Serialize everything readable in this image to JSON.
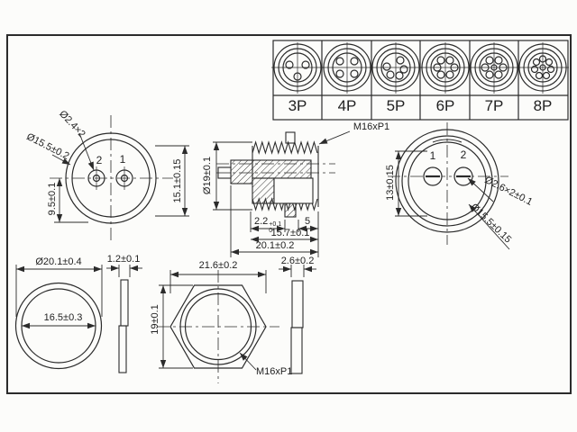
{
  "colors": {
    "paper": "#fcfcfa",
    "ink": "#2b2b2b"
  },
  "pin_table": {
    "variants": [
      {
        "label": "3P"
      },
      {
        "label": "4P"
      },
      {
        "label": "5P"
      },
      {
        "label": "6P"
      },
      {
        "label": "7P"
      },
      {
        "label": "8P"
      }
    ]
  },
  "views": {
    "socket_face": {
      "pin_left_label": "2",
      "pin_right_label": "1",
      "dim_pin_holes": "Ø2.4×2",
      "dim_face_dia": "Ø15.5±0.2",
      "dim_pin_offset": "9.5±0.1",
      "dim_face_height": "15.1±0.15"
    },
    "section": {
      "thread_label": "M16xP1",
      "dim_body_dia": "Ø19±0.1",
      "dim_panel_slot": "2.2",
      "dim_panel_slot_tol_upper": "+0.1",
      "dim_panel_slot_tol_lower": "0",
      "dim_thread_len": "5",
      "dim_len_inner": "15.7±0.1",
      "dim_len_overall": "20.1±0.2"
    },
    "plug_face": {
      "pin_left_label": "1",
      "pin_right_label": "2",
      "dim_pin_span": "13±0.15",
      "dim_pins": "Ø2.6×2±0.1",
      "dim_face_dia": "Ø15.5±0.15"
    },
    "gasket": {
      "dim_outer_dia": "Ø20.1±0.4",
      "dim_inner_dia": "16.5±0.3",
      "dim_thickness": "1.2±0.1"
    },
    "nut": {
      "dim_across_corners": "21.6±0.2",
      "dim_across_flats": "19±0.1",
      "thread_label": "M16xP1",
      "dim_thickness": "2.6±0.2"
    }
  }
}
